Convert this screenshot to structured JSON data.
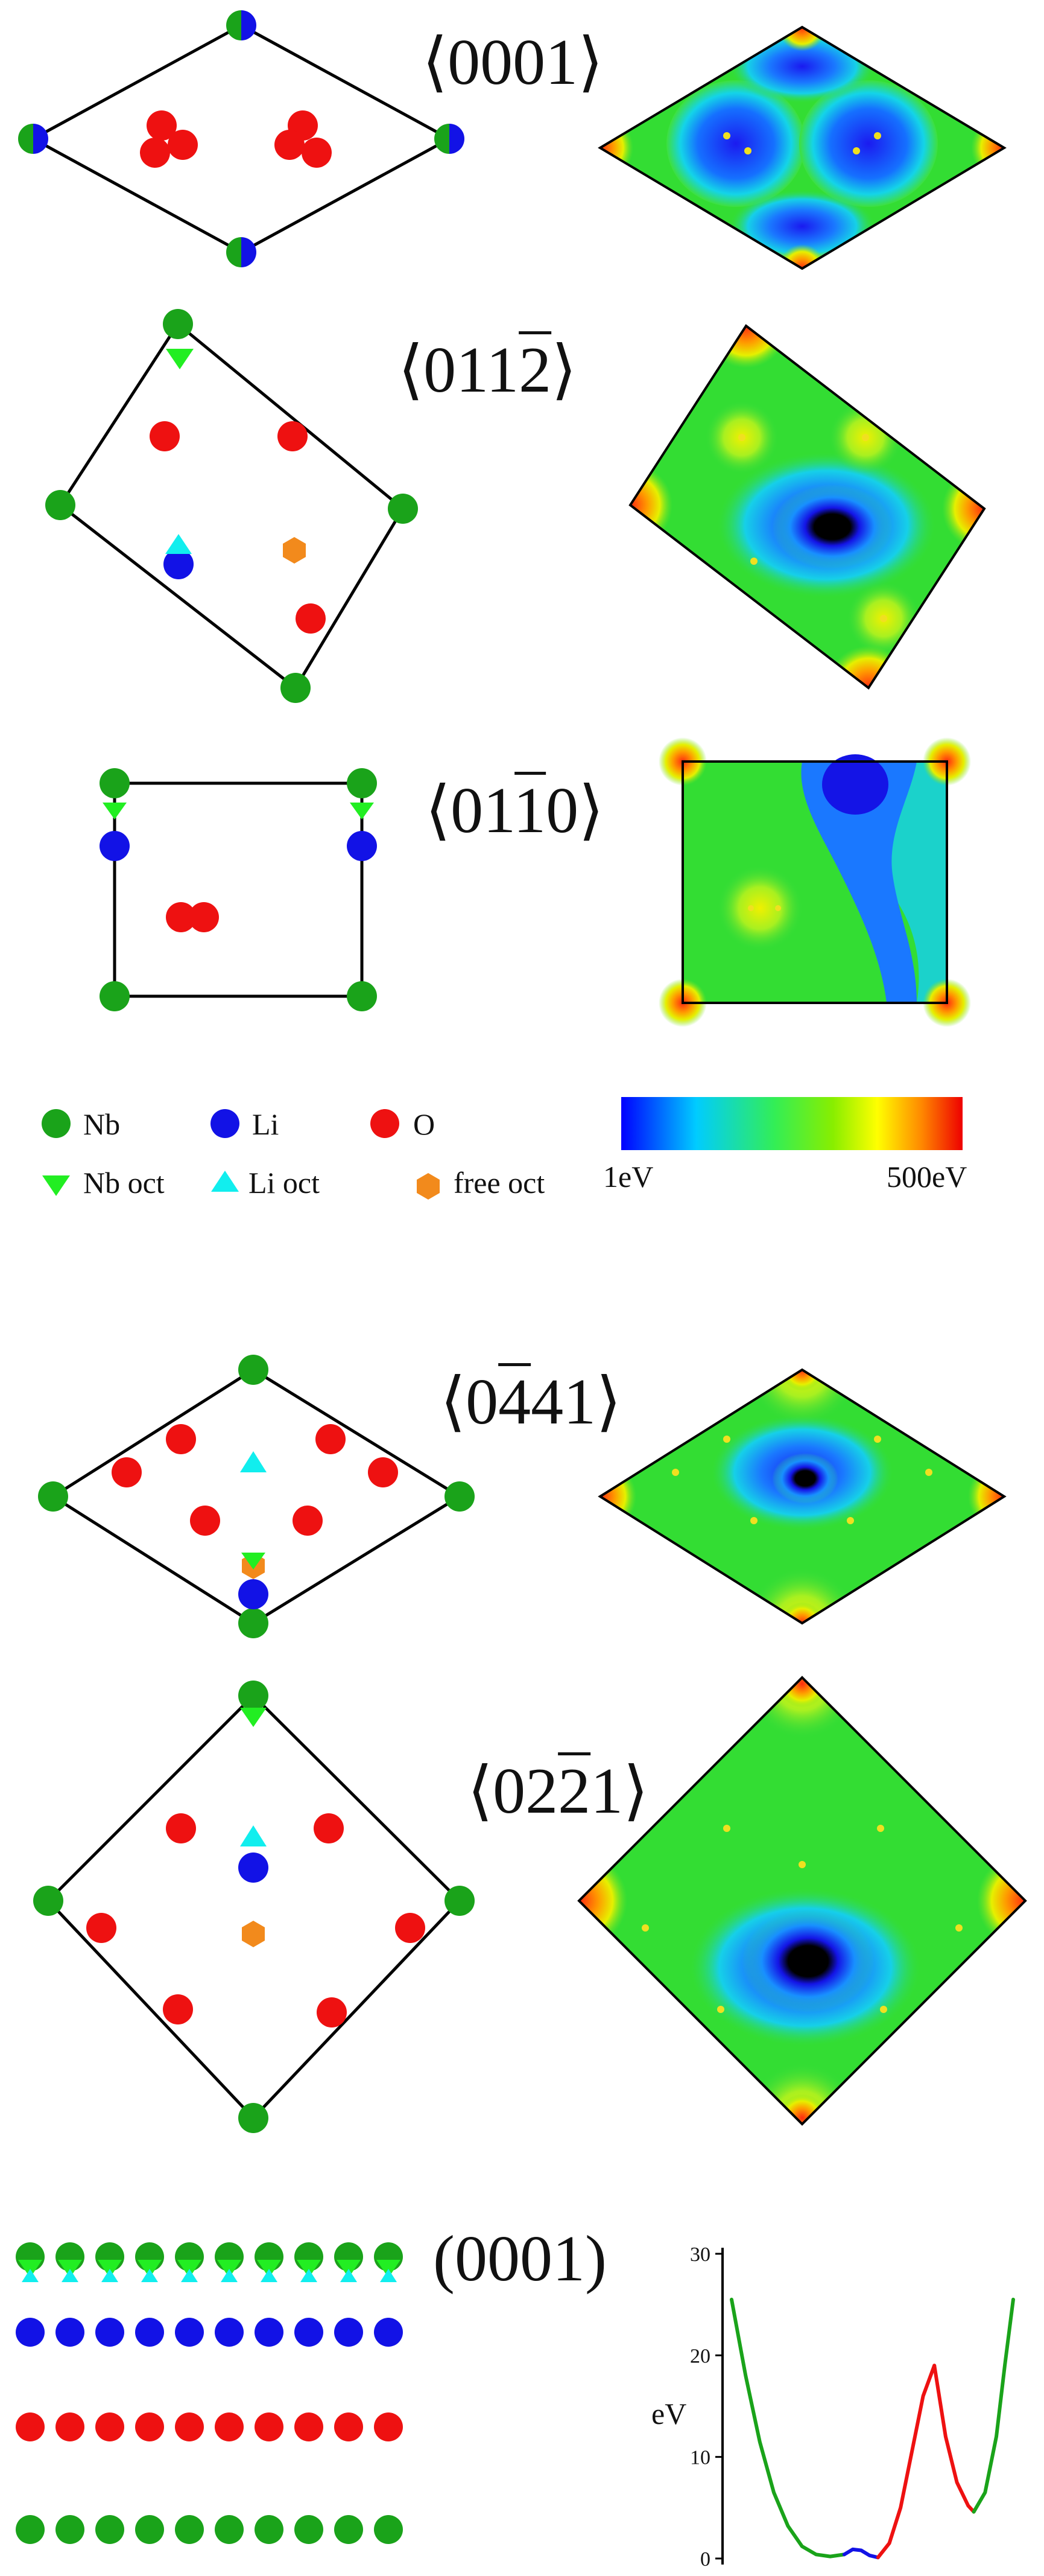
{
  "panels": [
    {
      "dir": {
        "open": "⟨",
        "pre": "000",
        "bar": "",
        "post": "1",
        "close": "⟩"
      }
    },
    {
      "dir": {
        "open": "⟨",
        "pre": "011",
        "bar": "2",
        "post": "",
        "close": "⟩"
      }
    },
    {
      "dir": {
        "open": "⟨",
        "pre": "01",
        "bar": "1",
        "post": "0",
        "close": "⟩"
      }
    },
    {
      "dir": {
        "open": "⟨",
        "pre": "0",
        "bar": "4",
        "post": "41",
        "close": "⟩"
      }
    },
    {
      "dir": {
        "open": "⟨",
        "pre": "02",
        "bar": "2",
        "post": "1",
        "close": "⟩"
      }
    }
  ],
  "legend": {
    "nb": "Nb",
    "li": "Li",
    "o": "O",
    "nb_oct": "Nb oct",
    "li_oct": "Li oct",
    "free_oct": "free oct",
    "scale_min": "1eV",
    "scale_max": "500eV"
  },
  "surface": {
    "label": "(0001)",
    "ylabel": "eV"
  },
  "colors": {
    "nb": "#1aa31a",
    "li": "#1212e6",
    "o": "#ee1111",
    "nb_oct": "#22ee22",
    "li_oct": "#11eeee",
    "free_oct": "#f28a1c",
    "map_base": "#33dd33"
  },
  "chart_data": {
    "type": "line",
    "title": "",
    "xlabel": "",
    "ylabel": "eV",
    "ylim": [
      0,
      30
    ],
    "yticks": [
      0,
      10,
      20,
      30
    ],
    "series": [
      {
        "color": "#1aa31a",
        "x": [
          0.0,
          0.05,
          0.1,
          0.15,
          0.2,
          0.25,
          0.3,
          0.35,
          0.4
        ],
        "values": [
          25.5,
          18,
          11.5,
          6.5,
          3.2,
          1.2,
          0.4,
          0.2,
          0.4
        ]
      },
      {
        "color": "#1212e6",
        "x": [
          0.4,
          0.43,
          0.46,
          0.49,
          0.52
        ],
        "values": [
          0.4,
          0.9,
          0.8,
          0.3,
          0.1
        ]
      },
      {
        "color": "#ee1111",
        "x": [
          0.52,
          0.56,
          0.6,
          0.64,
          0.68,
          0.72
        ],
        "values": [
          0.1,
          1.5,
          5,
          10.5,
          16,
          19
        ]
      },
      {
        "color": "#ee1111",
        "x": [
          0.72,
          0.76,
          0.8,
          0.84,
          0.86
        ],
        "values": [
          19,
          12,
          7.5,
          5.2,
          4.6
        ]
      },
      {
        "color": "#1aa31a",
        "x": [
          0.86,
          0.9,
          0.94,
          0.97,
          1.0
        ],
        "values": [
          4.6,
          6.5,
          12,
          19,
          25.5
        ]
      }
    ]
  }
}
